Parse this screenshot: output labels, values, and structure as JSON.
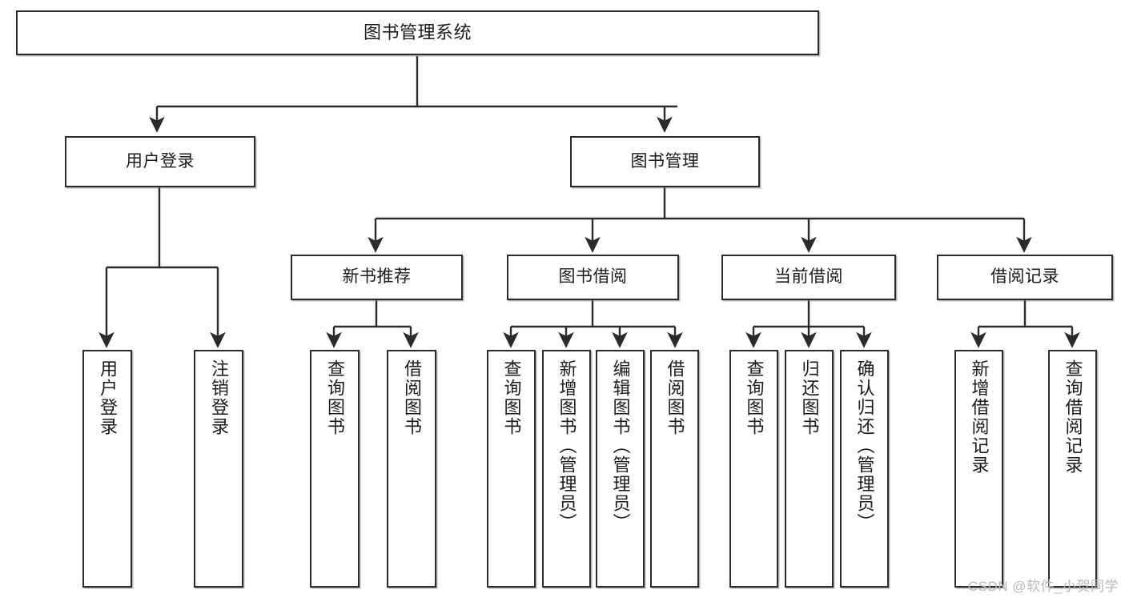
{
  "diagram": {
    "title": "图书管理系统",
    "type": "tree",
    "watermark": "CSDN @软件_小贺同学",
    "colors": {
      "box_border": "#2b2b2b",
      "box_fill": "#ffffff",
      "edge": "#2b2b2b",
      "text": "#1b1b1b",
      "watermark": "#b9b9b9"
    },
    "nodes": {
      "root": {
        "label": "图书管理系统"
      },
      "level2": [
        {
          "id": "user-login",
          "label": "用户登录"
        },
        {
          "id": "book-manage",
          "label": "图书管理"
        }
      ],
      "level3": [
        {
          "id": "new-book-recommend",
          "label": "新书推荐"
        },
        {
          "id": "book-borrow",
          "label": "图书借阅"
        },
        {
          "id": "current-borrow",
          "label": "当前借阅"
        },
        {
          "id": "borrow-record",
          "label": "借阅记录"
        }
      ],
      "leaves": [
        {
          "id": "leaf-user-login",
          "parent": "user-login",
          "label": "用户登录"
        },
        {
          "id": "leaf-user-logout",
          "parent": "user-login",
          "label": "注销登录"
        },
        {
          "id": "leaf-query-book-1",
          "parent": "new-book-recommend",
          "label": "查询图书"
        },
        {
          "id": "leaf-borrow-book-1",
          "parent": "new-book-recommend",
          "label": "借阅图书"
        },
        {
          "id": "leaf-query-book-2",
          "parent": "book-borrow",
          "label": "查询图书"
        },
        {
          "id": "leaf-add-book",
          "parent": "book-borrow",
          "label": "新增图书（管理员）"
        },
        {
          "id": "leaf-edit-book",
          "parent": "book-borrow",
          "label": "编辑图书（管理员）"
        },
        {
          "id": "leaf-borrow-book-2",
          "parent": "book-borrow",
          "label": "借阅图书"
        },
        {
          "id": "leaf-query-book-3",
          "parent": "current-borrow",
          "label": "查询图书"
        },
        {
          "id": "leaf-return-book",
          "parent": "current-borrow",
          "label": "归还图书"
        },
        {
          "id": "leaf-confirm-return",
          "parent": "current-borrow",
          "label": "确认归还（管理员）"
        },
        {
          "id": "leaf-add-record",
          "parent": "borrow-record",
          "label": "新增借阅记录"
        },
        {
          "id": "leaf-query-record",
          "parent": "borrow-record",
          "label": "查询借阅记录"
        }
      ]
    }
  }
}
